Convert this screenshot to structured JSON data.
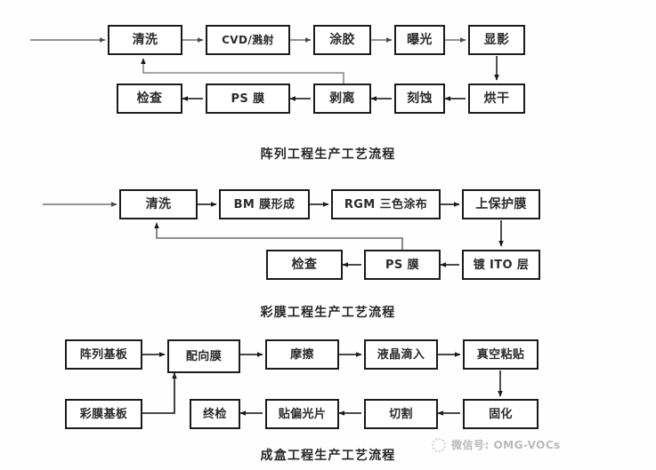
{
  "document": {
    "background_color": "#ffffff",
    "line_color": "#1b1b1b",
    "loop_line_color": "#777777",
    "text_color": "#2a2a2a"
  },
  "charts": [
    {
      "id": "array-process",
      "title": "阵列工程生产工艺流程",
      "nodes": [
        {
          "key": "a1",
          "label": "清洗"
        },
        {
          "key": "a2",
          "label": "CVD/溅射"
        },
        {
          "key": "a3",
          "label": "涂胶"
        },
        {
          "key": "a4",
          "label": "曝光"
        },
        {
          "key": "a5",
          "label": "显影"
        },
        {
          "key": "a6",
          "label": "烘干"
        },
        {
          "key": "a7",
          "label": "刻蚀"
        },
        {
          "key": "a8",
          "label": "剥离"
        },
        {
          "key": "a9",
          "label": "PS 膜"
        },
        {
          "key": "a10",
          "label": "检查"
        }
      ]
    },
    {
      "id": "color-filter-process",
      "title": "彩膜工程生产工艺流程",
      "nodes": [
        {
          "key": "b1",
          "label": "清洗"
        },
        {
          "key": "b2",
          "label": "BM 膜形成"
        },
        {
          "key": "b3",
          "label": "RGM 三色涂布"
        },
        {
          "key": "b4",
          "label": "上保护膜"
        },
        {
          "key": "b5",
          "label": "镀 ITO 层"
        },
        {
          "key": "b6",
          "label": "PS 膜"
        },
        {
          "key": "b7",
          "label": "检查"
        }
      ]
    },
    {
      "id": "cell-process",
      "title": "成盒工程生产工艺流程",
      "nodes": [
        {
          "key": "c1",
          "label": "阵列基板"
        },
        {
          "key": "c2",
          "label": "配向膜"
        },
        {
          "key": "c3",
          "label": "摩擦"
        },
        {
          "key": "c4",
          "label": "液晶滴入"
        },
        {
          "key": "c5",
          "label": "真空粘贴"
        },
        {
          "key": "c6",
          "label": "固化"
        },
        {
          "key": "c7",
          "label": "切割"
        },
        {
          "key": "c8",
          "label": "贴偏光片"
        },
        {
          "key": "c9",
          "label": "终检"
        },
        {
          "key": "c10",
          "label": "彩膜基板"
        }
      ]
    }
  ],
  "watermark": {
    "icon": "wechat-logo-icon",
    "text": "微信号: OMG-VOCs"
  }
}
